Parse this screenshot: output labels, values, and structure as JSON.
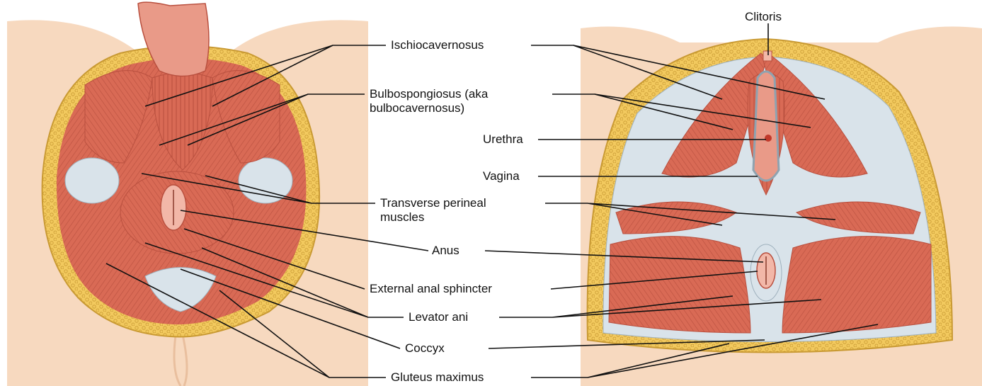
{
  "labels": {
    "clitoris": "Clitoris",
    "ischiocavernosus": "Ischiocavernosus",
    "bulbospongiosus_1": "Bulbospongiosus (aka",
    "bulbospongiosus_2": "bulbocavernosus)",
    "urethra": "Urethra",
    "vagina": "Vagina",
    "transverse_1": "Transverse perineal",
    "transverse_2": "muscles",
    "anus": "Anus",
    "external_anal_sphincter": "External anal sphincter",
    "levator_ani": "Levator ani",
    "coccyx": "Coccyx",
    "gluteus_maximus": "Gluteus maximus"
  },
  "colors": {
    "skin": "#f7d9bf",
    "skin_shade": "#efc6a6",
    "fat": "#f2c95e",
    "fat_outline": "#c99a33",
    "muscle": "#d96a55",
    "muscle_dark": "#b9503f",
    "fascia": "#d9e3ea",
    "anus_pink": "#f2b7a8",
    "leader_line": "#111111"
  }
}
